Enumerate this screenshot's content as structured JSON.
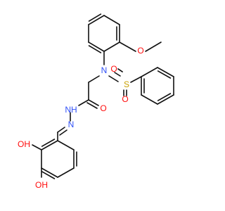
{
  "colors": {
    "carbon_bond": "#111111",
    "nitrogen": "#3050F8",
    "oxygen": "#FF0D0D",
    "sulfur": "#C8A000",
    "background": "#FFFFFF"
  },
  "atom_labels": {
    "n_sulfonamide": "N",
    "s_sulfonyl": "S",
    "o_sulfonyl_left": "O",
    "o_sulfonyl_bottom": "O",
    "o_methoxy": "O",
    "o_carbonyl": "O",
    "nh_hydrazide": "NH",
    "h_hydrazide": "H",
    "n_hydrazone": "N",
    "oh_top": "OH",
    "oh_bottom": "OH"
  }
}
